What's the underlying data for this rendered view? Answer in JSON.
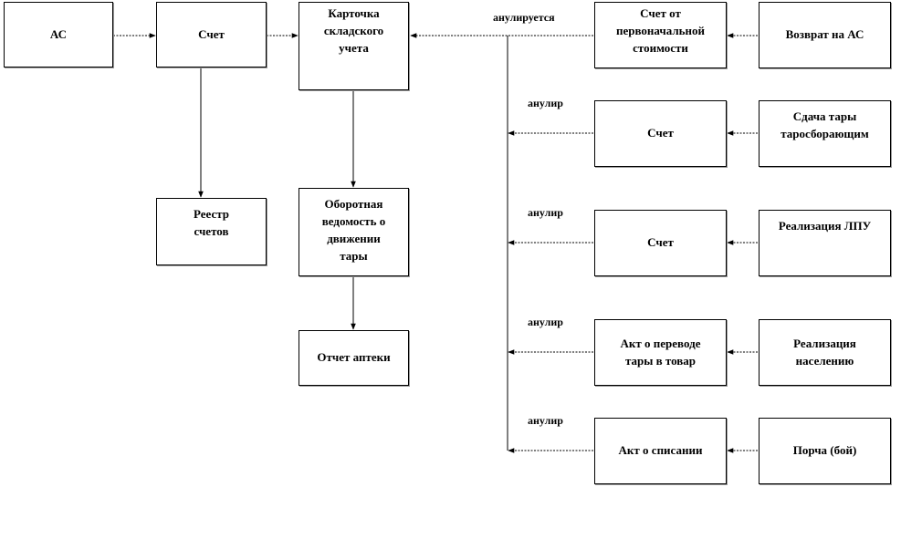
{
  "nodes": {
    "as": "АС",
    "schet_main": "Счет",
    "kartochka": "Карточка\nскладского\nучета",
    "reestr": "Реестр\nсчетов",
    "oborotnaya": "Оборотная\nведомость о\nдвижении\nтары",
    "otchet": "Отчет аптеки",
    "schet_perv": "Счет от\nпервоначальной\nстоимости",
    "vozvrat": "Возврат на АС",
    "schet_2": "Счет",
    "sdacha": "Сдача тары\nтаросборающим",
    "schet_3": "Счет",
    "realizaciya_lpu": "Реализация ЛПУ",
    "akt_perevod": "Акт о переводе\nтары в товар",
    "realizaciya_nasel": "Реализация\nнаселению",
    "akt_spisanie": "Акт о списании",
    "porcha": "Порча (бой)"
  },
  "labels": {
    "anuliruetsya": "анулируется",
    "anulir_1": "анулир",
    "anulir_2": "анулир",
    "anulir_3": "анулир",
    "anulir_4": "анулир"
  }
}
